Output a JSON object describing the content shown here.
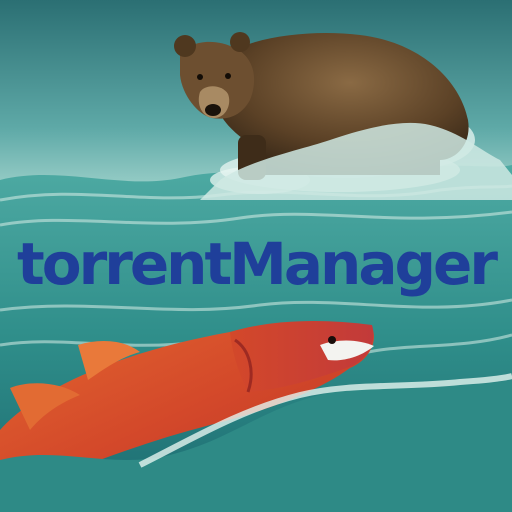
{
  "image": {
    "wordmark": "torrentManager",
    "colors": {
      "wordmark": "#1f3f9a",
      "water": "#2a8a86",
      "foam": "#d9efe8",
      "bear": "#5b4126",
      "salmon": "#d9552c"
    },
    "subjects": [
      "brown-bear",
      "red-salmon",
      "rushing-water"
    ]
  }
}
